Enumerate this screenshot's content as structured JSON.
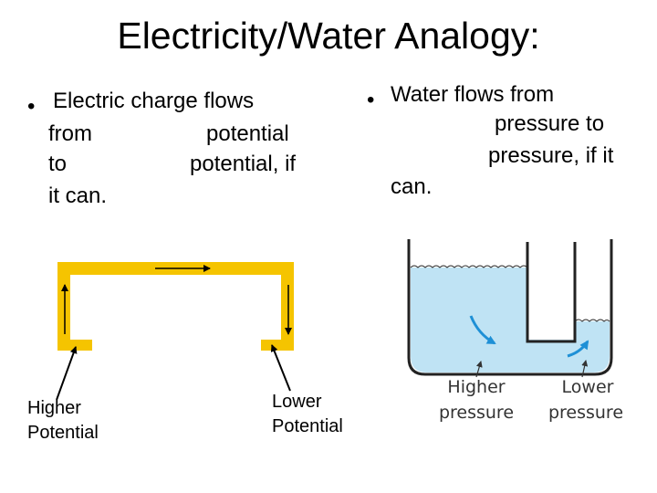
{
  "title": "Electricity/Water Analogy:",
  "left_bullet": {
    "line1": "Electric charge flows",
    "line2a": "from",
    "line2b": "potential",
    "line3a": "to",
    "line3b": "potential, if",
    "line4": "it can."
  },
  "right_bullet": {
    "line1": "Water flows from",
    "line2": "pressure to",
    "line3": "pressure, if it",
    "line4": "can."
  },
  "circuit_labels": {
    "higher_line1": "Higher",
    "higher_line2": "Potential",
    "lower_line1": "Lower",
    "lower_line2": "Potential"
  },
  "tank_labels": {
    "higher_line1": "Higher",
    "higher_line2": "pressure",
    "lower_line1": "Lower",
    "lower_line2": "pressure"
  },
  "colors": {
    "wire": "#f5c400",
    "water": "#bfe3f4",
    "water_arrow": "#1e90d6",
    "tank_outline": "#222222"
  }
}
